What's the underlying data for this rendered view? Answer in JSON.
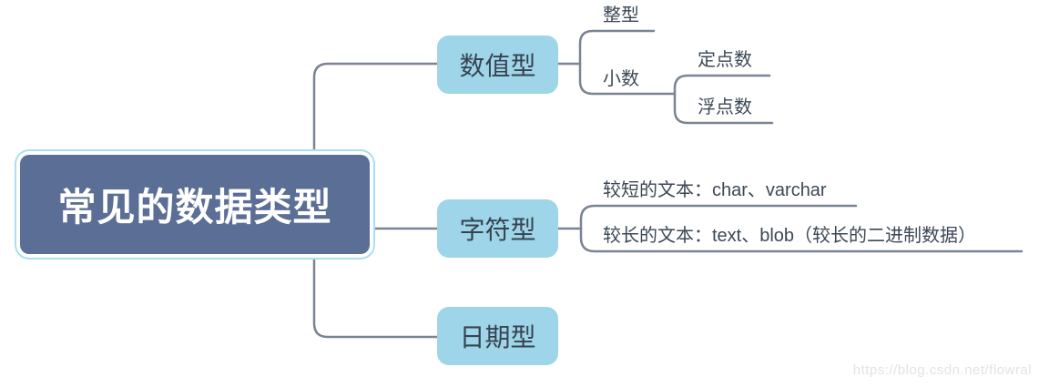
{
  "root": {
    "label": "常见的数据类型"
  },
  "branches": [
    {
      "label": "数值型",
      "children": [
        {
          "label": "整型",
          "children": []
        },
        {
          "label": "小数",
          "children": [
            {
              "label": "定点数"
            },
            {
              "label": "浮点数"
            }
          ]
        }
      ]
    },
    {
      "label": "字符型",
      "children": [
        {
          "label": "较短的文本：char、varchar"
        },
        {
          "label": "较长的文本：text、blob（较长的二进制数据）"
        }
      ]
    },
    {
      "label": "日期型",
      "children": []
    }
  ],
  "watermark": "https://blog.csdn.net/flowral",
  "colors": {
    "root-fill": "#5a6e96",
    "root-text": "#ffffff",
    "selection": "#a9dff2",
    "branch-fill": "#9ed5e8",
    "branch-text": "#374351",
    "leaf-text": "#3c4856",
    "line": "#7b8494",
    "watermark": "#e3e3e3"
  }
}
